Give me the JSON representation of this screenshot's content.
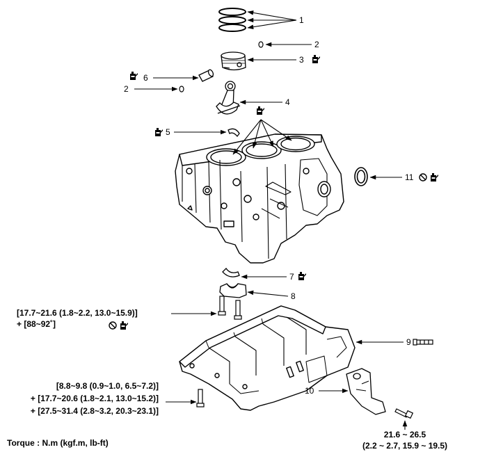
{
  "callouts": {
    "c1": "1",
    "c2a": "2",
    "c3": "3",
    "c6": "6",
    "c2b": "2",
    "c4": "4",
    "c5": "5",
    "c11": "11",
    "c7": "7",
    "c8": "8",
    "c9": "9",
    "c10": "10"
  },
  "torque_specs": {
    "bearing_cap_line1": "[17.7~21.6 (1.8~2.2, 13.0~15.9)]",
    "bearing_cap_line2": "+ [88~92˚]",
    "oil_pan_line1": "[8.8~9.8 (0.9~1.0, 6.5~7.2)]",
    "oil_pan_line2": "+ [17.7~20.6 (1.8~2.1, 13.0~15.2)]",
    "oil_pan_line3": "+ [27.5~31.4 (2.8~3.2, 20.3~23.1)]",
    "strainer_line1": "21.6 ~ 26.5",
    "strainer_line2": "(2.2 ~ 2.7, 15.9 ~ 19.5)"
  },
  "legend": {
    "torque_units": "Torque : N.m (kgf.m, lb-ft)"
  },
  "icons": [
    "oil-can-icon",
    "do-not-reuse-icon"
  ]
}
